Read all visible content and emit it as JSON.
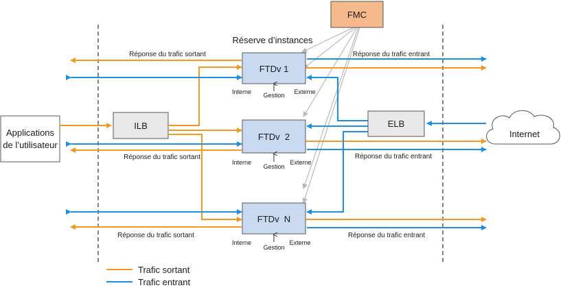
{
  "colors": {
    "outbound": "#f39a1e",
    "inbound": "#1e8fe0",
    "mgmt": "#b9b9b9",
    "ftd_fill": "#c9d9f0",
    "fmc_fill": "#f5b98c",
    "lb_fill": "#e8e8e8"
  },
  "fmc": {
    "label": "FMC"
  },
  "pool": {
    "label": "Réserve d’instances"
  },
  "apps": {
    "line1": "Applications",
    "line2": "de l’utilisateur"
  },
  "ilb": {
    "label": "ILB"
  },
  "elb": {
    "label": "ELB"
  },
  "internet": {
    "label": "Internet"
  },
  "ftd": [
    {
      "label": "FTDv 1",
      "inside": "Interne",
      "mgmt": "Gestion",
      "outside": "Externe"
    },
    {
      "label": "FTDv  2",
      "inside": "Interne",
      "mgmt": "Gestion",
      "outside": "Externe"
    },
    {
      "label": "FTDv  N",
      "inside": "Interne",
      "mgmt": "Gestion",
      "outside": "Externe"
    }
  ],
  "flows": {
    "out_resp_1": "Réponse du trafic sortant",
    "out_resp_2": "Réponse du trafic sortant",
    "out_resp_3": "Réponse du trafic sortant",
    "in_resp_1": "Réponse du trafic entrant",
    "in_resp_2": "Réponse du trafic entrant",
    "in_resp_3": "Réponse du trafic entrant"
  },
  "legend": {
    "outbound": "Trafic sortant",
    "inbound": "Trafic entrant"
  }
}
